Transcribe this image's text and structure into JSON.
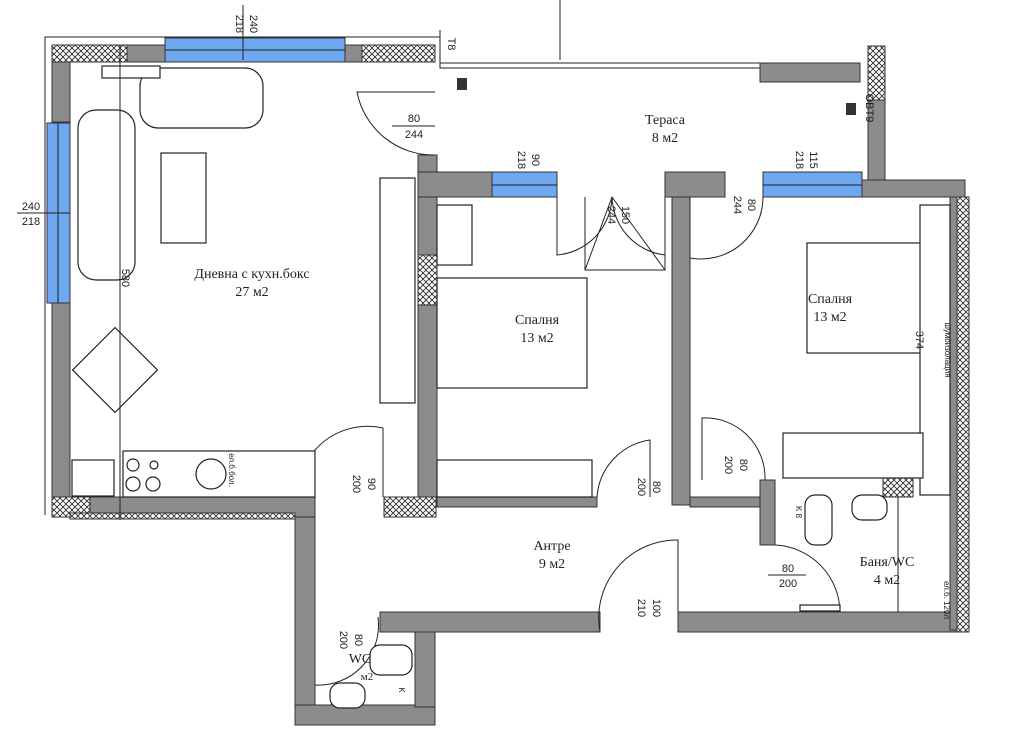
{
  "rooms": {
    "living": {
      "name": "Дневна с кухн.бокс",
      "area": "27 м2"
    },
    "terrace": {
      "name": "Тераса",
      "area": "8 м2"
    },
    "bedroom1": {
      "name": "Спалня",
      "area": "13 м2"
    },
    "bedroom2": {
      "name": "Спалня",
      "area": "13 м2"
    },
    "hall": {
      "name": "Антре",
      "area": "9 м2"
    },
    "bath": {
      "name": "Баня/WC",
      "area": "4 м2"
    },
    "wc": {
      "name": "WC",
      "area": "м2"
    }
  },
  "dimensions": {
    "living_top_window": {
      "w": "240",
      "h": "218"
    },
    "living_left_window": {
      "w": "240",
      "h": "218"
    },
    "terrace_door": {
      "w": "80",
      "h": "244"
    },
    "sofa_line": "580",
    "bed1_window": {
      "w": "90",
      "h": "218"
    },
    "bed1_balcony_door": {
      "w": "150",
      "h": "244"
    },
    "bed2_balcony_door": {
      "w": "80",
      "h": "244"
    },
    "bed2_window": {
      "w": "115",
      "h": "218"
    },
    "wardrobe": "374",
    "living_door": {
      "w": "90",
      "h": "200"
    },
    "bed1_door": {
      "w": "80",
      "h": "200"
    },
    "bed2_door": {
      "w": "80",
      "h": "200"
    },
    "bath_door": {
      "w": "80",
      "h": "200"
    },
    "entrance_door": {
      "w": "100",
      "h": "210"
    },
    "wc_door": {
      "w": "80",
      "h": "200"
    }
  },
  "annotations": {
    "terrace_corner": "T8",
    "terrace_vent": "OBT9",
    "insulation": "шумоизолация",
    "kitchen_boiler": "ел.б.бол.",
    "bath_valve": "K 8",
    "bath_boiler": "ел.б. 120л",
    "wc_valve": "K"
  },
  "colors": {
    "wall": "#8c8c8c",
    "window": "#6fa8f0"
  }
}
